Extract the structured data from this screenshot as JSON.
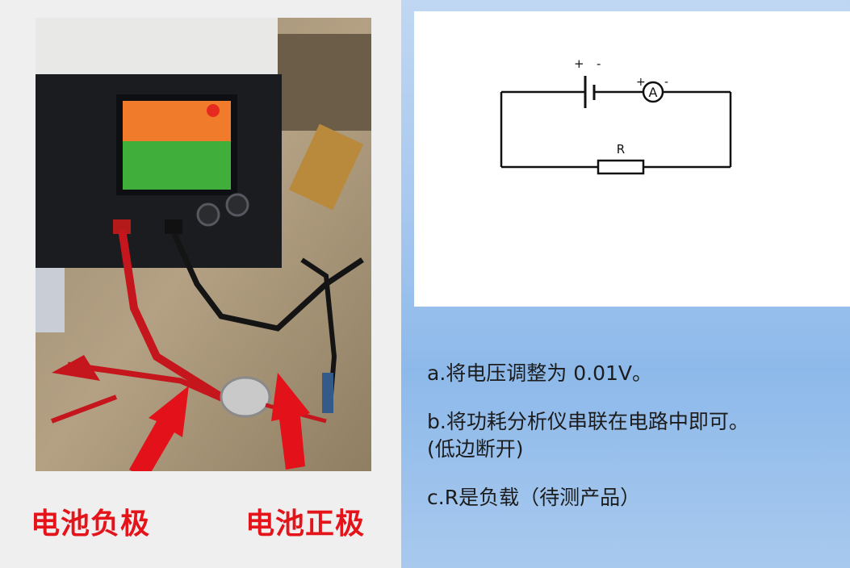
{
  "photo": {
    "caption_negative": "电池负极",
    "caption_positive": "电池正极"
  },
  "diagram": {
    "plus_battery": "+",
    "minus_battery": "-",
    "plus_ammeter": "+",
    "minus_ammeter": "-",
    "ammeter_symbol": "A",
    "resistor_label": "R"
  },
  "steps": {
    "a": "a.将电压调整为 0.01V。",
    "b_line1": "b.将功耗分析仪串联在电路中即可。",
    "b_line2": "(低边断开)",
    "c": "c.R是负载（待测产品）"
  },
  "colors": {
    "caption_red": "#e5141b",
    "arrow_red": "#e3121a",
    "panel_blue": "#a9c9ef"
  }
}
